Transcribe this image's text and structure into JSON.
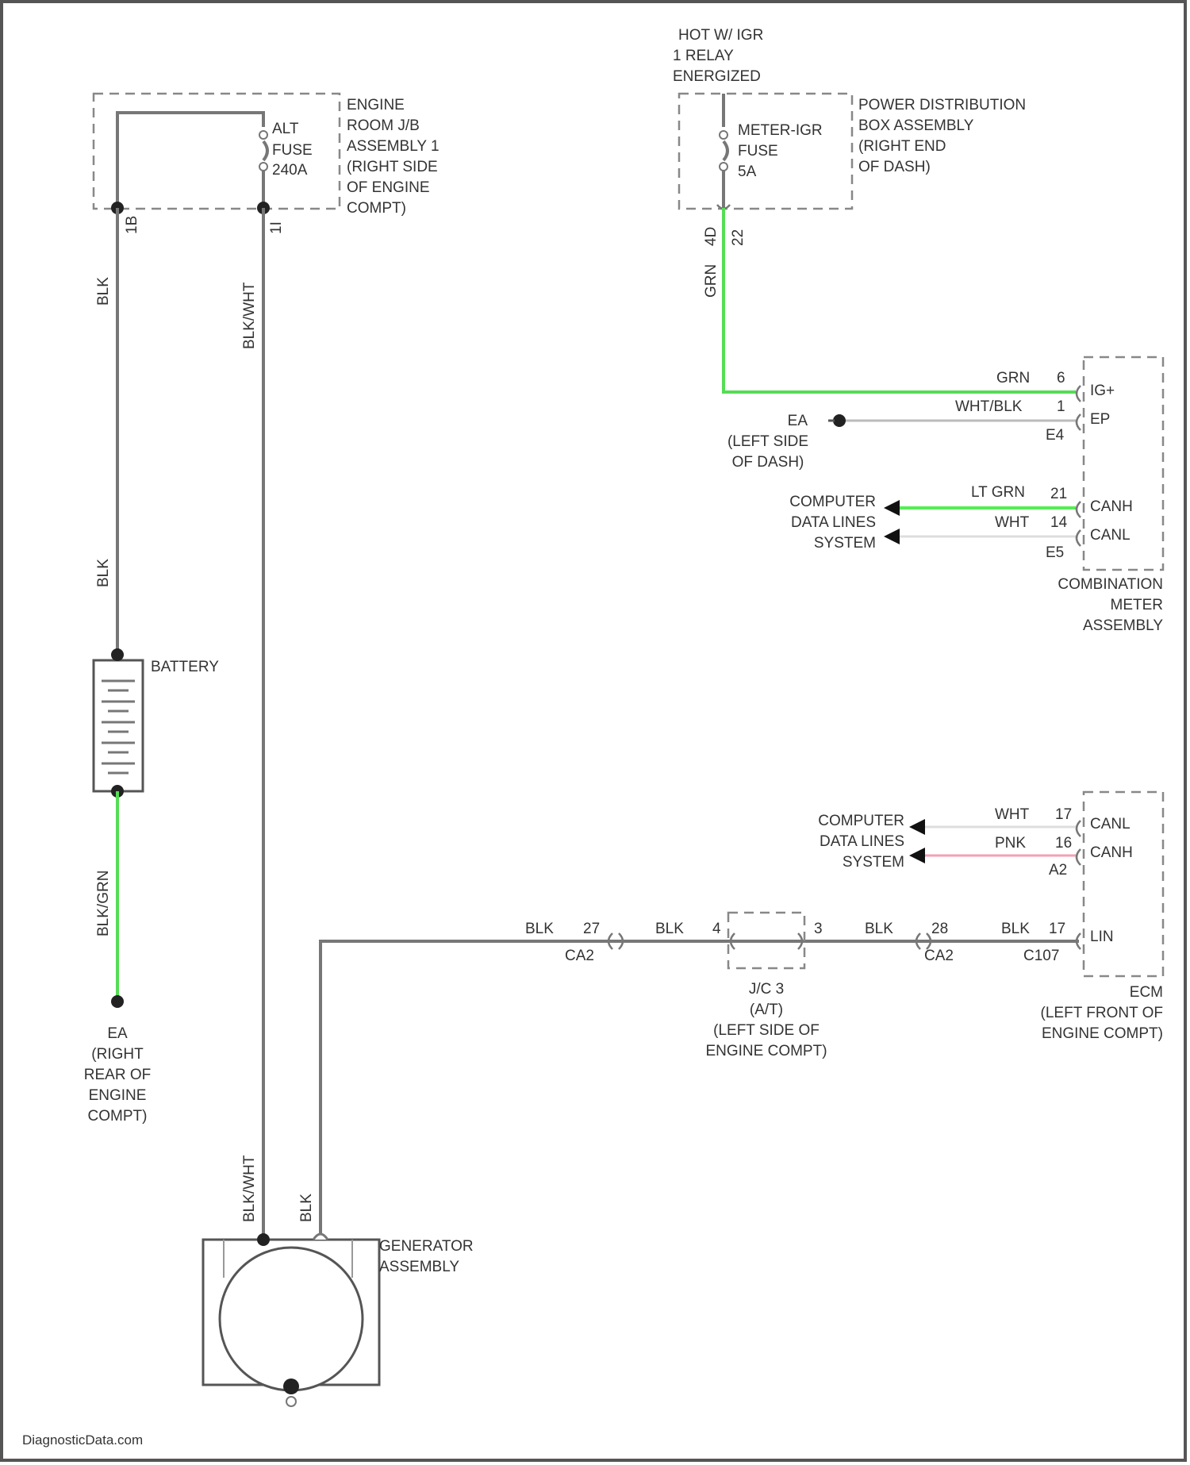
{
  "colors": {
    "wire_grn": "#55dd55",
    "wire_lt_grn": "#55ee55",
    "wire_pnk": "#f4a0b4",
    "wire_blk": "#777777",
    "wire_wht": "#dddddd"
  },
  "labels": {
    "hot_at_ig": [
      "HOT W/ IGR",
      "1 RELAY",
      "ENERGIZED"
    ],
    "engine_room_jb": [
      "ENGINE",
      "ROOM J/B",
      "ASSEMBLY 1",
      "(RIGHT SIDE",
      "OF ENGINE",
      "COMPT)"
    ],
    "alt_fuse": [
      "ALT",
      "FUSE",
      "240A"
    ],
    "pdb": [
      "POWER DISTRIBUTION",
      "BOX ASSEMBLY",
      "(RIGHT END",
      "OF DASH)"
    ],
    "meter_fuse": [
      "METER-IGR",
      "FUSE",
      "5A"
    ],
    "battery": "BATTERY",
    "ground_ea": [
      "EA",
      "(RIGHT",
      "REAR OF",
      "ENGINE",
      "COMPT)"
    ],
    "ground_ea_dash": [
      "EA",
      "(LEFT SIDE",
      "OF DASH)"
    ],
    "computer_data_lines_1": [
      "COMPUTER",
      "DATA LINES",
      "SYSTEM"
    ],
    "computer_data_lines_2": [
      "COMPUTER",
      "DATA LINES",
      "SYSTEM"
    ],
    "combination_meter": [
      "COMBINATION",
      "METER",
      "ASSEMBLY"
    ],
    "ecm": [
      "ECM",
      "(LEFT FRONT OF",
      "ENGINE COMPT)"
    ],
    "jc3": [
      "J/C 3",
      "(A/T)",
      "(LEFT SIDE OF",
      "ENGINE COMPT)"
    ],
    "generator": [
      "GENERATOR",
      "ASSEMBLY"
    ],
    "watermark": "DiagnosticData.com"
  },
  "wire_colors": {
    "blk_1": "BLK",
    "blk_2": "BLK",
    "blk_wht_1": "BLK/WHT",
    "blk_wht_2": "BLK/WHT",
    "blk_grn": "BLK/GRN",
    "grn_vert": "GRN",
    "grn_meter": "GRN",
    "wht_blk": "WHT/BLK",
    "lt_grn": "LT GRN",
    "wht_meter": "WHT",
    "wht_ecm": "WHT",
    "pnk": "PNK",
    "blk_gen": "BLK",
    "blk_a": "BLK",
    "blk_b": "BLK",
    "blk_c": "BLK",
    "blk_d": "BLK"
  },
  "pins": {
    "jb_1b": "1B",
    "jb_1i": "1I",
    "pdb_4d": "4D",
    "pdb_22": "22",
    "meter_ig": "IG+",
    "meter_ep": "EP",
    "meter_canh": "CANH",
    "meter_canl": "CANL",
    "meter_e4": "E4",
    "meter_e5": "E5",
    "meter_pin_6": "6",
    "meter_pin_1": "1",
    "meter_pin_21": "21",
    "meter_pin_14": "14",
    "ecm_canl": "CANL",
    "ecm_canh": "CANH",
    "ecm_lin": "LIN",
    "ecm_pin_17a": "17",
    "ecm_pin_16": "16",
    "ecm_pin_17b": "17",
    "ecm_a2": "A2",
    "ecm_c107": "C107",
    "ca2_pin_27": "27",
    "ca2_label_a": "CA2",
    "jc_pin_4": "4",
    "jc_pin_3": "3",
    "ca2_pin_28": "28",
    "ca2_label_b": "CA2"
  }
}
